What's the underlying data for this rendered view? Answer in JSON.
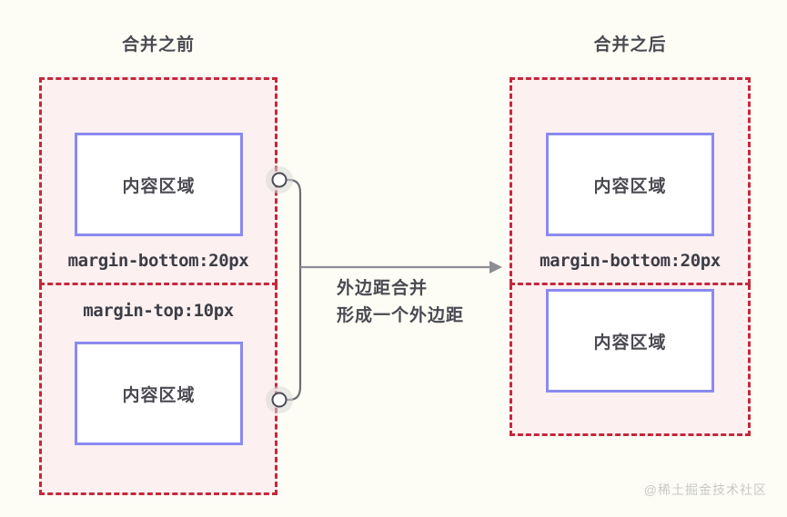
{
  "figure": {
    "background_color": "#fdfdf6",
    "margin_box_fill": "#fdf0f0",
    "margin_box_border_color": "#c4283a",
    "content_box_border_color": "#8a8af2",
    "text_color": "#4a4a52",
    "connector_color": "#6e6e76"
  },
  "panels": {
    "before": {
      "title": "合并之前",
      "upper_block": {
        "content_label": "内容区域",
        "margin_label": "margin-bottom:20px"
      },
      "lower_block": {
        "content_label": "内容区域",
        "margin_label": "margin-top:10px"
      }
    },
    "after": {
      "title": "合并之后",
      "upper_block": {
        "content_label": "内容区域",
        "margin_label": "margin-bottom:20px"
      },
      "lower_block": {
        "content_label": "内容区域"
      }
    }
  },
  "center": {
    "caption_line1": "外边距合并",
    "caption_line2": "形成一个外边距"
  },
  "watermark": {
    "text": "@稀土掘金技术社区"
  }
}
